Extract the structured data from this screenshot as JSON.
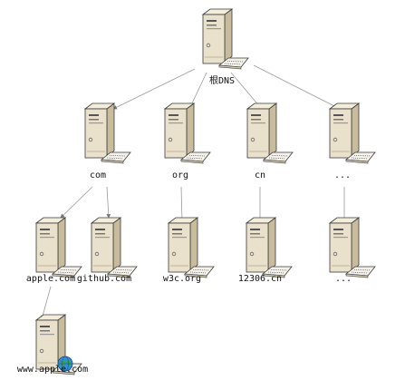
{
  "diagram": {
    "nodes": [
      {
        "id": "root",
        "label": "根DNS",
        "icon": "server-icon"
      },
      {
        "id": "com",
        "label": "com",
        "icon": "server-icon"
      },
      {
        "id": "org",
        "label": "org",
        "icon": "server-icon"
      },
      {
        "id": "cn",
        "label": "cn",
        "icon": "server-icon"
      },
      {
        "id": "other-tld",
        "label": "...",
        "icon": "server-icon"
      },
      {
        "id": "apple",
        "label": "apple.com",
        "icon": "server-icon"
      },
      {
        "id": "github",
        "label": "github.com",
        "icon": "server-icon"
      },
      {
        "id": "w3c",
        "label": "w3c.org",
        "icon": "server-icon"
      },
      {
        "id": "12306",
        "label": "12306.cn",
        "icon": "server-icon"
      },
      {
        "id": "other-domain",
        "label": "...",
        "icon": "server-icon"
      },
      {
        "id": "www-apple",
        "label": "www.apple.com",
        "icon": "web-server-globe-icon"
      }
    ],
    "edges": [
      [
        "root",
        "com"
      ],
      [
        "root",
        "org"
      ],
      [
        "root",
        "cn"
      ],
      [
        "root",
        "other-tld"
      ],
      [
        "com",
        "apple"
      ],
      [
        "com",
        "github"
      ],
      [
        "org",
        "w3c"
      ],
      [
        "cn",
        "12306"
      ],
      [
        "other-tld",
        "other-domain"
      ],
      [
        "apple",
        "www-apple"
      ]
    ],
    "colors": {
      "tower_front": "#e9e1cb",
      "tower_side": "#c9bc9c",
      "outline": "#3a3a3a",
      "edge": "#9a9a9a",
      "globe": "#2f8fd8",
      "globe_land": "#3aa34a"
    }
  }
}
